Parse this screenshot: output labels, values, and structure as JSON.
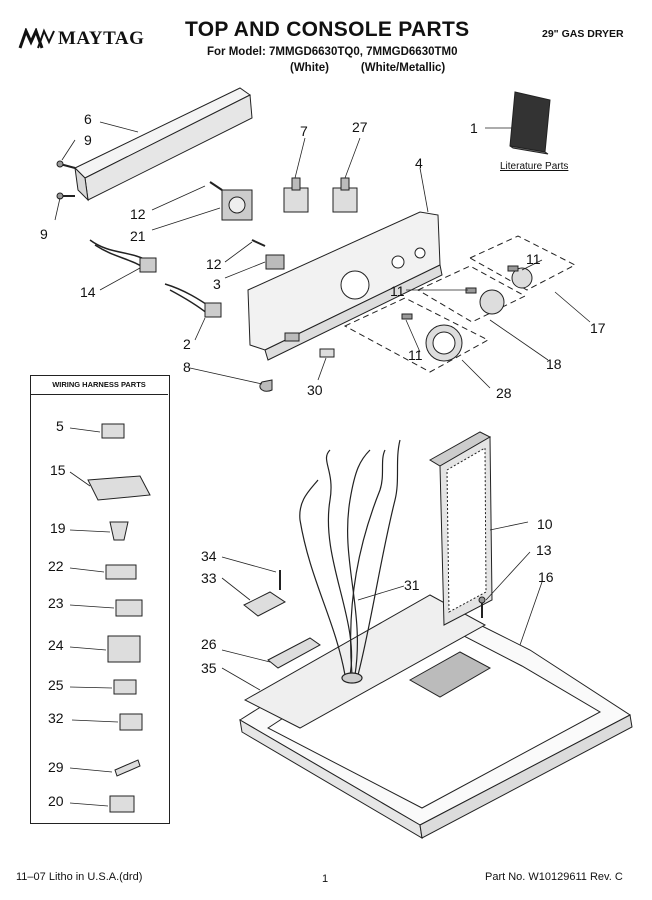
{
  "header": {
    "brand": "MAYTAG",
    "title": "TOP AND CONSOLE PARTS",
    "model_line": "For Model: 7MMGD6630TQ0, 7MMGD6630TM0",
    "finish_line": "(White)          (White/Metallic)",
    "product": "29\" GAS DRYER"
  },
  "literature_label": "Literature Parts",
  "harness_box_title": "WIRING HARNESS PARTS",
  "callouts": {
    "c6": "6",
    "c9a": "9",
    "c9b": "9",
    "c7": "7",
    "c27": "27",
    "c4": "4",
    "c1": "1",
    "c12a": "12",
    "c21": "21",
    "c12b": "12",
    "c3": "3",
    "c14": "14",
    "c2": "2",
    "c8": "8",
    "c30": "30",
    "c11a": "11",
    "c11b": "11",
    "c11c": "11",
    "c17": "17",
    "c18": "18",
    "c28": "28",
    "c10": "10",
    "c13": "13",
    "c16": "16",
    "c34": "34",
    "c33": "33",
    "c31": "31",
    "c26": "26",
    "c35": "35",
    "h5": "5",
    "h15": "15",
    "h19": "19",
    "h22": "22",
    "h23": "23",
    "h24": "24",
    "h25": "25",
    "h32": "32",
    "h29": "29",
    "h20": "20"
  },
  "footer": {
    "left": "11–07 Litho in U.S.A.(drd)",
    "page": "1",
    "right": "Part No. W10129611 Rev. C"
  }
}
